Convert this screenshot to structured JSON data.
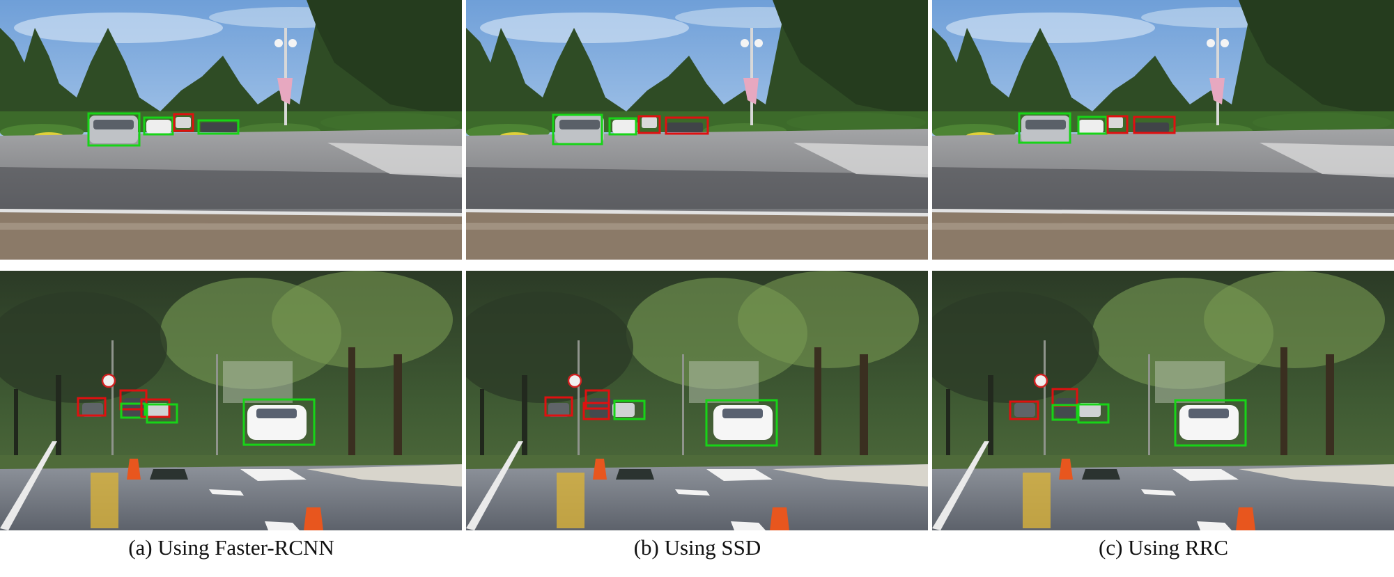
{
  "figure": {
    "captions": [
      "(a) Using Faster-RCNN",
      "(b) Using SSD",
      "(c) Using RRC"
    ]
  },
  "colors": {
    "true_detection_box": "#17d417",
    "false_detection_box": "#e01010"
  }
}
